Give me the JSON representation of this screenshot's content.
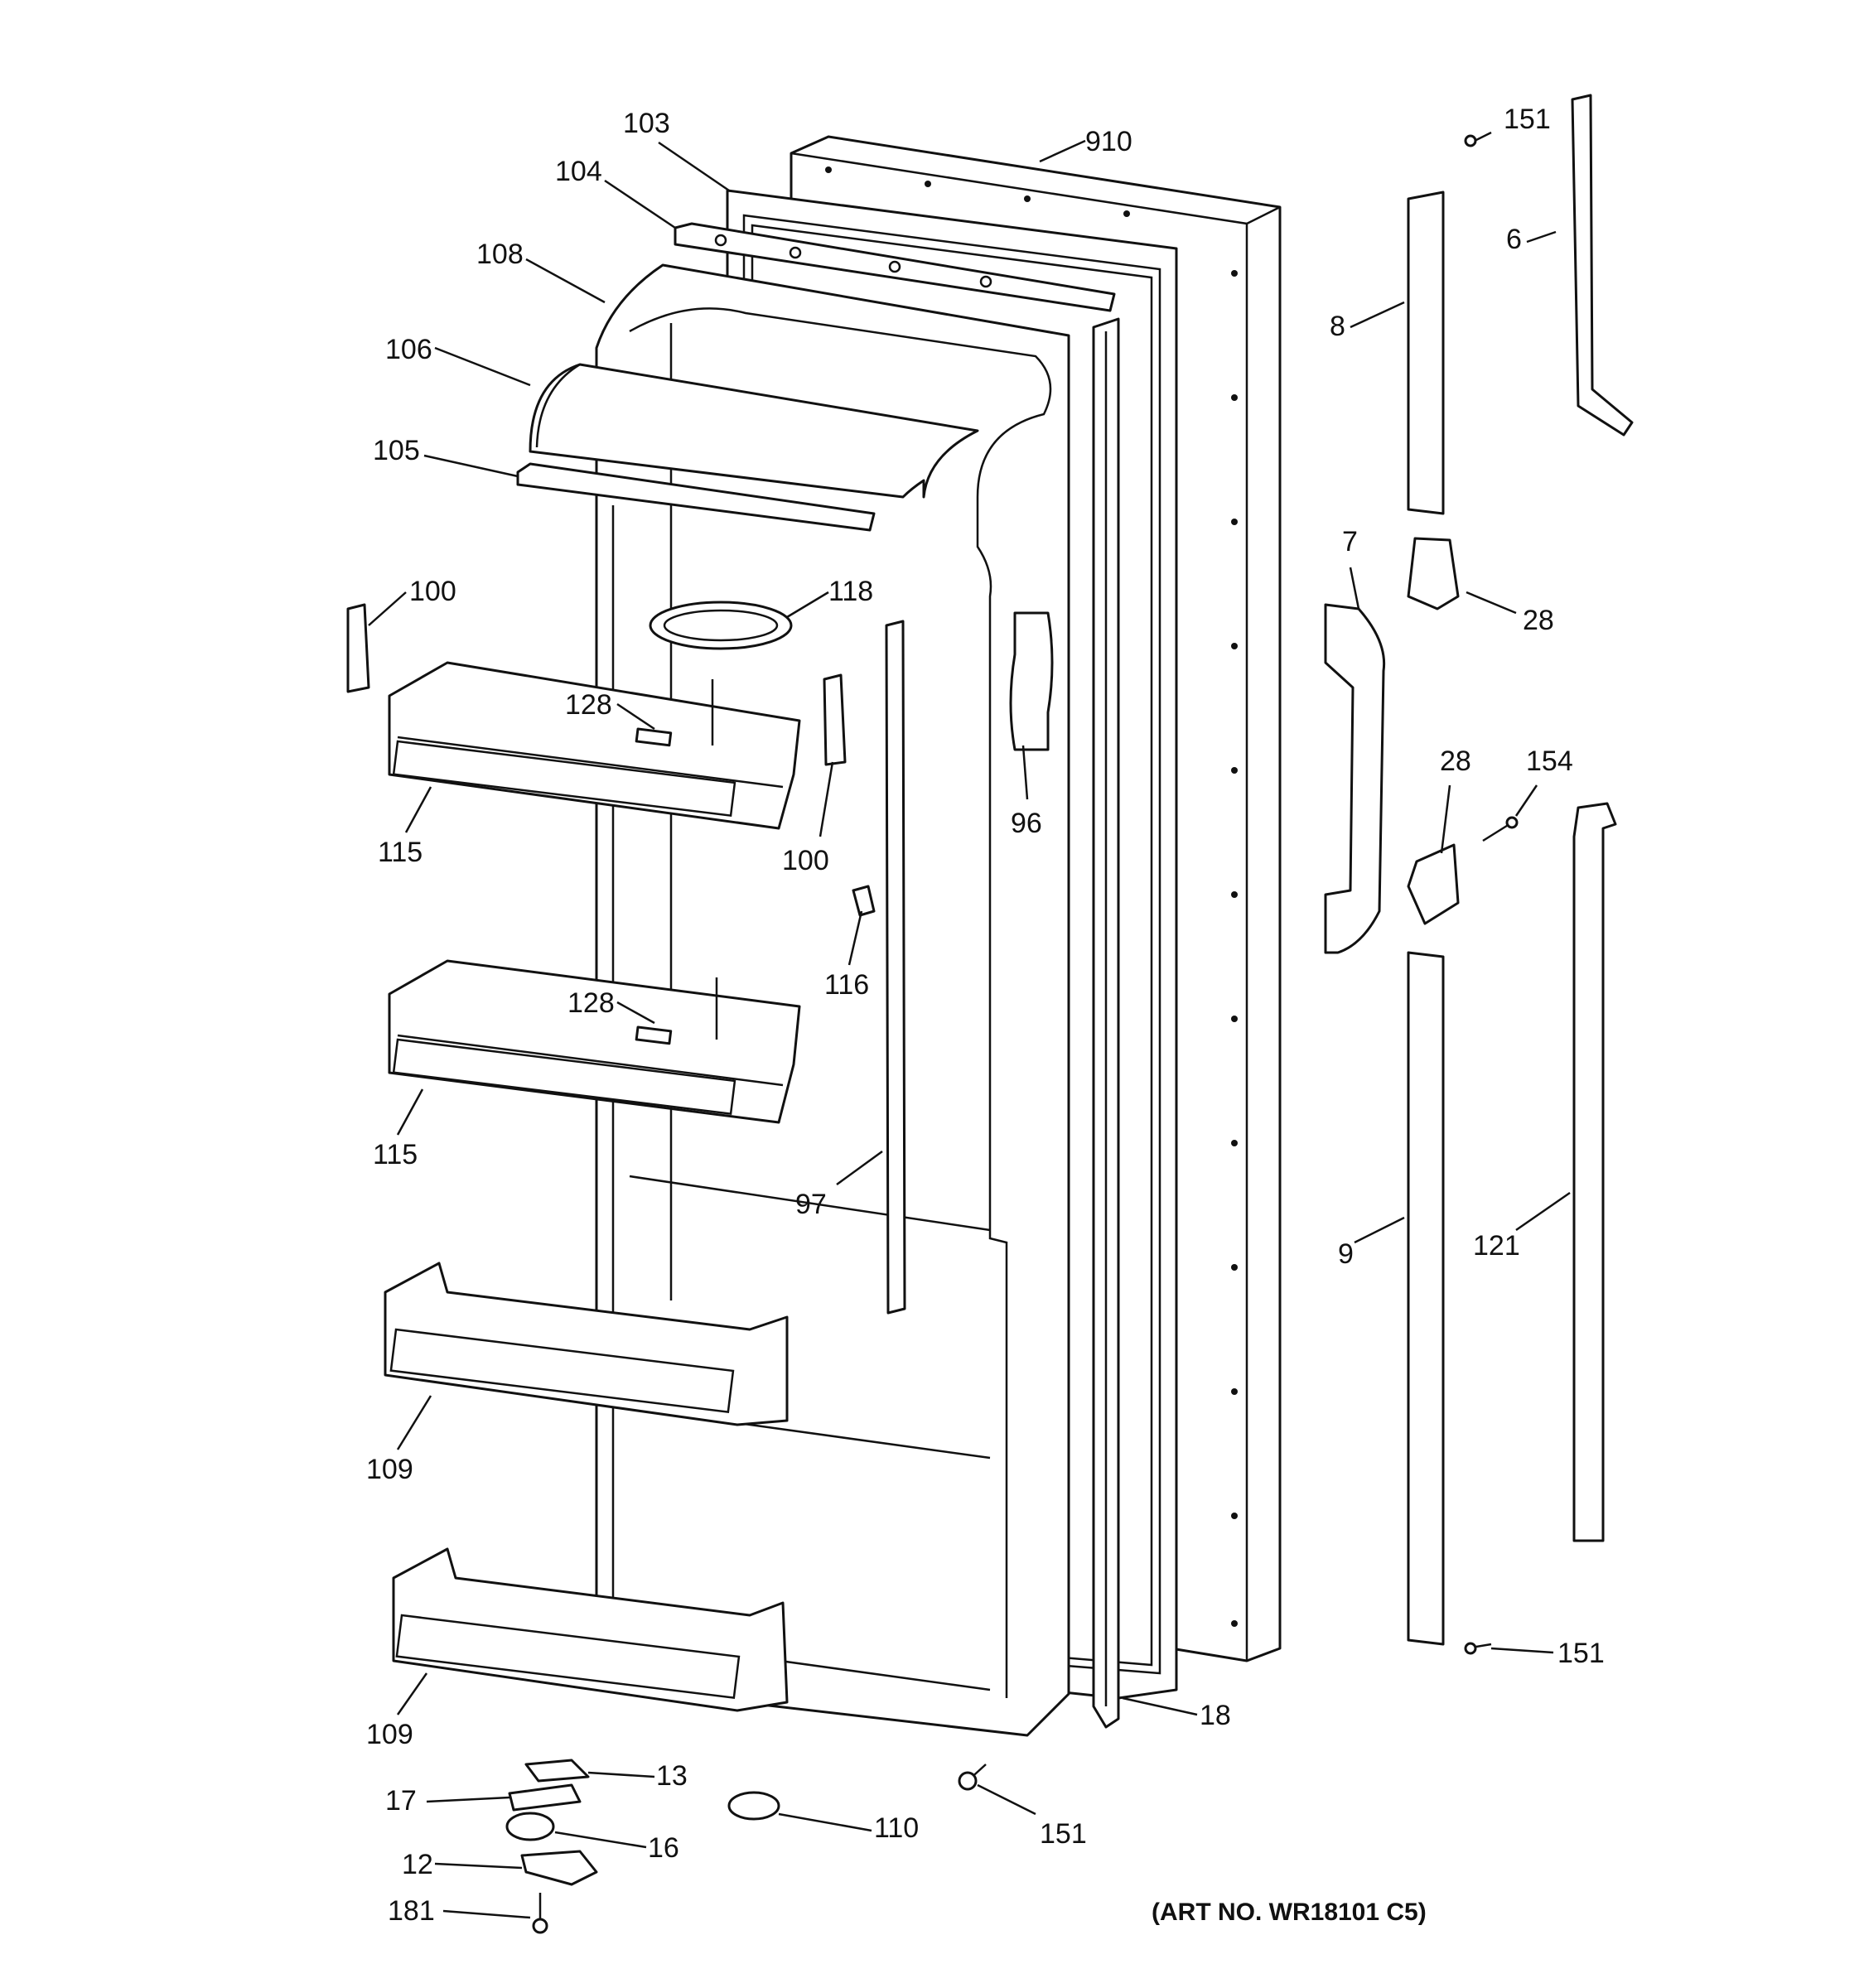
{
  "art_number": "(ART NO. WR18101 C5)",
  "callouts": {
    "c910": "910",
    "c103": "103",
    "c104": "104",
    "c108": "108",
    "c106": "106",
    "c105": "105",
    "c100a": "100",
    "c100b": "100",
    "c118": "118",
    "c128a": "128",
    "c128b": "128",
    "c115a": "115",
    "c115b": "115",
    "c116": "116",
    "c96": "96",
    "c97": "97",
    "c109a": "109",
    "c109b": "109",
    "c18": "18",
    "c13": "13",
    "c17": "17",
    "c16": "16",
    "c12": "12",
    "c181": "181",
    "c110": "110",
    "c151a": "151",
    "c151b": "151",
    "c151c": "151",
    "c6": "6",
    "c8": "8",
    "c7": "7",
    "c28a": "28",
    "c28b": "28",
    "c154": "154",
    "c9": "9",
    "c121": "121"
  }
}
